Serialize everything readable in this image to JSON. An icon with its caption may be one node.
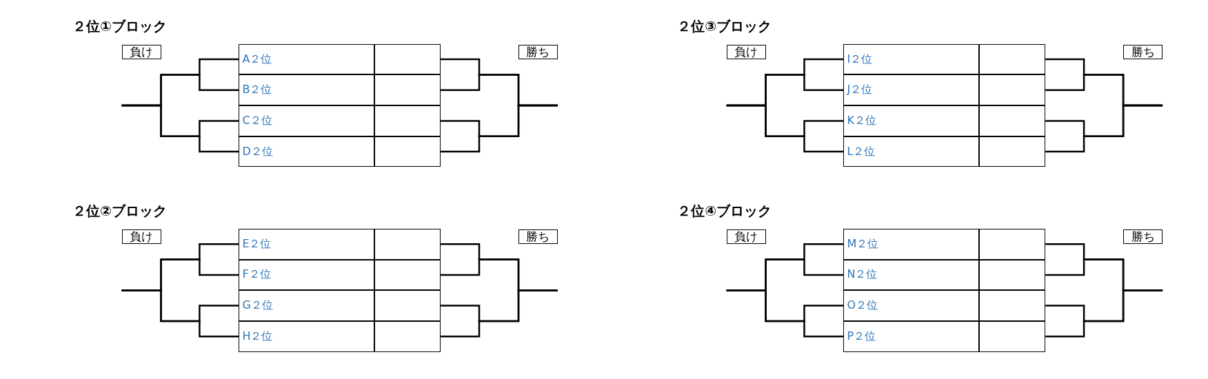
{
  "diagram": {
    "nodes": [
      {
        "text": [
          "負け"
        ]
      },
      {
        "text": [
          "勝ち"
        ]
      },
      {
        "text": [
          "A２位"
        ]
      },
      {
        "text": [],
        "shape": "box"
      },
      {
        "text": [
          "B２位"
        ]
      },
      {
        "text": [],
        "shape": "box"
      },
      {
        "text": [
          "C２位"
        ]
      },
      {
        "text": [],
        "shape": "box"
      },
      {
        "text": [
          "D２位"
        ]
      },
      {
        "text": [],
        "shape": "box"
      },
      {
        "text": [
          "負け"
        ]
      },
      {
        "text": [
          "勝ち"
        ]
      },
      {
        "text": [
          "I２位"
        ]
      },
      {
        "text": [],
        "shape": "box"
      },
      {
        "text": [
          "J２位"
        ]
      },
      {
        "text": [],
        "shape": "box"
      },
      {
        "text": [
          "K２位"
        ]
      },
      {
        "text": [],
        "shape": "box"
      },
      {
        "text": [
          "L２位"
        ]
      },
      {
        "text": [],
        "shape": "box"
      },
      {
        "text": [
          "負け"
        ]
      },
      {
        "text": [
          "勝ち"
        ]
      },
      {
        "text": [
          "E２位"
        ]
      },
      {
        "text": [],
        "shape": "box"
      },
      {
        "text": [
          "F２位"
        ]
      },
      {
        "text": [],
        "shape": "box"
      },
      {
        "text": [
          "G２位"
        ]
      },
      {
        "text": [],
        "shape": "box"
      },
      {
        "text": [
          "H２位"
        ]
      },
      {
        "text": [],
        "shape": "box"
      },
      {
        "text": [
          "負け"
        ]
      },
      {
        "text": [
          "勝ち"
        ]
      },
      {
        "text": [
          "M２位"
        ]
      },
      {
        "text": [],
        "shape": "box"
      },
      {
        "text": [
          "N２位"
        ]
      },
      {
        "text": [],
        "shape": "box"
      },
      {
        "text": [
          "O２位"
        ]
      },
      {
        "text": [],
        "shape": "box"
      },
      {
        "text": [
          "P２位"
        ]
      },
      {
        "text": [],
        "shape": "box"
      }
    ],
    "edges": [
      {
        "from": 2,
        "to": null,
        "arrow": "none"
      },
      {
        "from": 4,
        "to": null,
        "arrow": "none"
      },
      {
        "from": 6,
        "to": null,
        "arrow": "none"
      },
      {
        "from": 8,
        "to": null,
        "arrow": "none"
      },
      {
        "from": 3,
        "to": null,
        "arrow": "none"
      },
      {
        "from": 5,
        "to": null,
        "arrow": "none"
      },
      {
        "from": 7,
        "to": null,
        "arrow": "none"
      },
      {
        "from": 9,
        "to": null,
        "arrow": "none"
      },
      {
        "from": 12,
        "to": null,
        "arrow": "none"
      },
      {
        "from": 14,
        "to": null,
        "arrow": "none"
      },
      {
        "from": 16,
        "to": null,
        "arrow": "none"
      },
      {
        "from": 18,
        "to": null,
        "arrow": "none"
      },
      {
        "from": 13,
        "to": null,
        "arrow": "none"
      },
      {
        "from": 15,
        "to": null,
        "arrow": "none"
      },
      {
        "from": 17,
        "to": null,
        "arrow": "none"
      },
      {
        "from": 19,
        "to": null,
        "arrow": "none"
      },
      {
        "from": 22,
        "to": null,
        "arrow": "none"
      },
      {
        "from": 24,
        "to": null,
        "arrow": "none"
      },
      {
        "from": 26,
        "to": null,
        "arrow": "none"
      },
      {
        "from": 28,
        "to": null,
        "arrow": "none"
      },
      {
        "from": 23,
        "to": null,
        "arrow": "none"
      },
      {
        "from": 25,
        "to": null,
        "arrow": "none"
      },
      {
        "from": 27,
        "to": null,
        "arrow": "none"
      },
      {
        "from": 29,
        "to": null,
        "arrow": "none"
      },
      {
        "from": 32,
        "to": null,
        "arrow": "none"
      },
      {
        "from": 34,
        "to": null,
        "arrow": "none"
      },
      {
        "from": 36,
        "to": null,
        "arrow": "none"
      },
      {
        "from": 38,
        "to": null,
        "arrow": "none"
      },
      {
        "from": 33,
        "to": null,
        "arrow": "none"
      },
      {
        "from": 35,
        "to": null,
        "arrow": "none"
      },
      {
        "from": 37,
        "to": null,
        "arrow": "none"
      },
      {
        "from": 39,
        "to": null,
        "arrow": "none"
      }
    ],
    "labels": [
      "２位①ブロック",
      "２位③ブロック",
      "２位②ブロック",
      "２位④ブロック"
    ]
  }
}
